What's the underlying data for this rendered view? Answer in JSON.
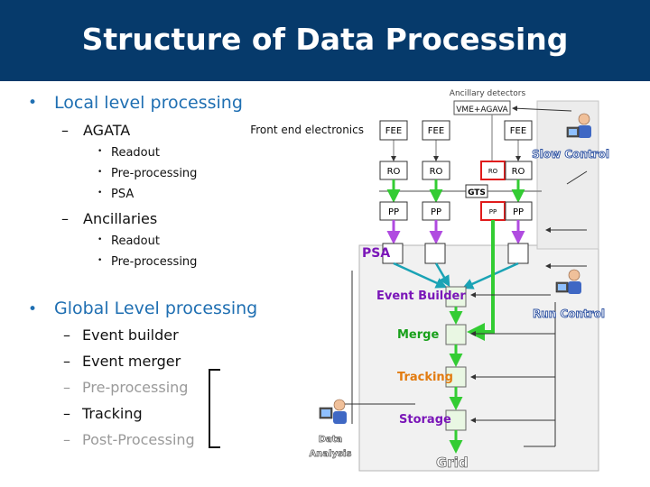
{
  "title": "Structure of Data Processing",
  "outline": {
    "local": {
      "bullet": "•",
      "label": "Local level processing"
    },
    "agata": {
      "dash": "–",
      "label": "AGATA"
    },
    "agata_items": [
      "Readout",
      "Pre-processing",
      "PSA"
    ],
    "ancillaries": {
      "dash": "–",
      "label": "Ancillaries"
    },
    "ancillary_items": [
      "Readout",
      "Pre-processing"
    ],
    "global": {
      "bullet": "•",
      "label": "Global Level processing"
    },
    "global_items": [
      {
        "dash": "–",
        "label": "Event builder",
        "muted": false
      },
      {
        "dash": "–",
        "label": "Event merger",
        "muted": false
      },
      {
        "dash": "–",
        "label": "Pre-processing",
        "muted": true
      },
      {
        "dash": "–",
        "label": "Tracking",
        "muted": false
      },
      {
        "dash": "–",
        "label": "Post-Processing",
        "muted": true
      }
    ],
    "small_bullet": "•"
  },
  "diagram": {
    "front_end_label": "Front end electronics",
    "ancillary_detectors": "Ancillary detectors",
    "vme_agava": "VME+AGAVA",
    "fee": "FEE",
    "ro": "RO",
    "pp": "PP",
    "gts": "GTS",
    "psa": "PSA",
    "event_builder": "Event Builder",
    "merge": "Merge",
    "tracking": "Tracking",
    "storage": "Storage",
    "grid": "Grid",
    "slow_control": "Slow Control",
    "run_control": "Run Control",
    "data_analysis_line1": "Data",
    "data_analysis_line2": "Analysis"
  },
  "colors": {
    "header": "#063a6b",
    "accent_blue": "#1f6fb2",
    "green_arrow": "#33cc33",
    "purple_arrow": "#b04be0",
    "red_frame": "#e01b1b",
    "pale_green_box": "#e9f7e3",
    "purple_label": "#7a16b8",
    "green_label": "#18a01a",
    "orange_label": "#e27b10",
    "control_blue": "#2a4fa0"
  }
}
